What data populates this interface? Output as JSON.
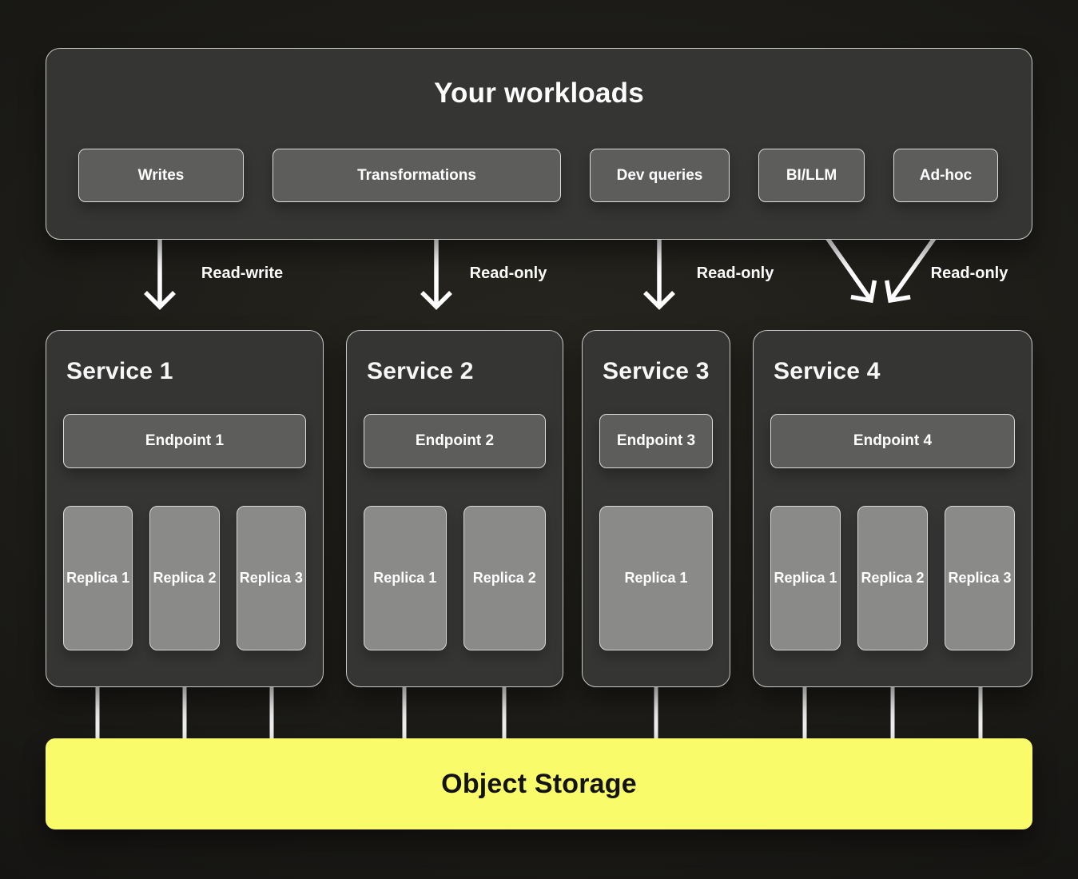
{
  "workloads": {
    "title": "Your workloads",
    "items": [
      {
        "label": "Writes"
      },
      {
        "label": "Transformations"
      },
      {
        "label": "Dev queries"
      },
      {
        "label": "BI/LLM"
      },
      {
        "label": "Ad-hoc"
      }
    ]
  },
  "flow_labels": [
    {
      "label": "Read-write"
    },
    {
      "label": "Read-only"
    },
    {
      "label": "Read-only"
    },
    {
      "label": "Read-only"
    }
  ],
  "services": [
    {
      "name": "Service 1",
      "endpoint": "Endpoint 1",
      "replicas": [
        "Replica 1",
        "Replica 2",
        "Replica 3"
      ]
    },
    {
      "name": "Service 2",
      "endpoint": "Endpoint 2",
      "replicas": [
        "Replica 1",
        "Replica 2"
      ]
    },
    {
      "name": "Service 3",
      "endpoint": "Endpoint 3",
      "replicas": [
        "Replica 1"
      ]
    },
    {
      "name": "Service 4",
      "endpoint": "Endpoint 4",
      "replicas": [
        "Replica 1",
        "Replica 2",
        "Replica 3"
      ]
    }
  ],
  "storage": {
    "label": "Object Storage"
  },
  "colors": {
    "accent_yellow": "#f9fb6b",
    "panel_fill": "#353534",
    "chip_fill": "#5d5d5c",
    "replica_fill": "#8a8a89",
    "border_light": "#d9d9d9",
    "arrow_white": "#ffffff"
  }
}
